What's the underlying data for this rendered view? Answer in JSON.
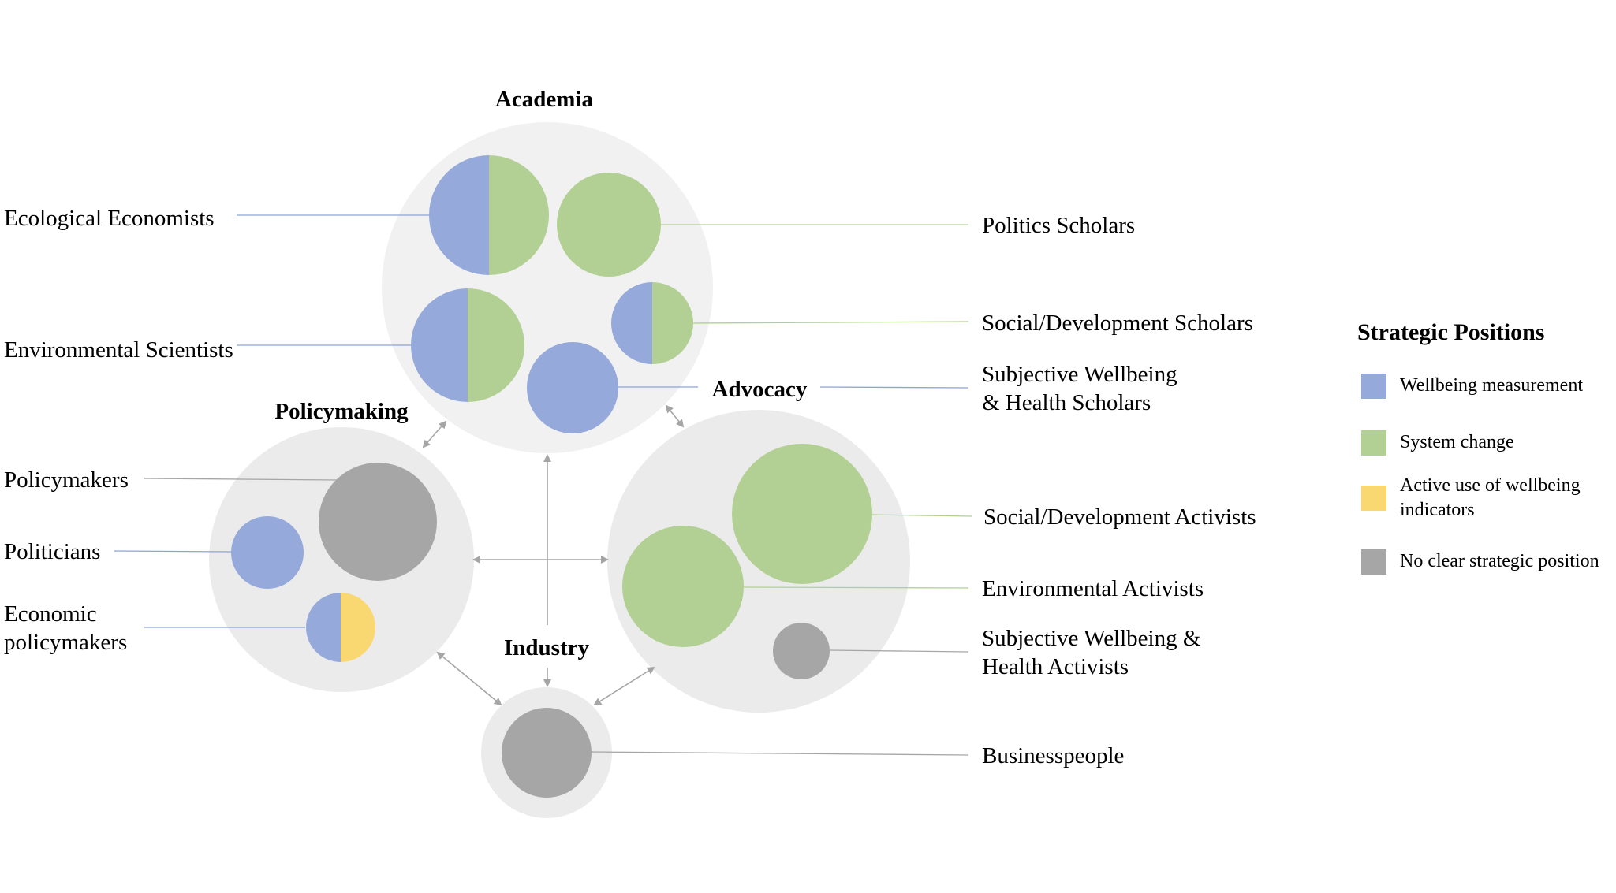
{
  "colors": {
    "wellbeing_measurement": "#95a9da",
    "system_change": "#b2d093",
    "active_use": "#f9d872",
    "no_position": "#a6a6a6",
    "cluster_bg_academia": "#f1f1f1",
    "cluster_bg_other": "#ebebeb",
    "arrow": "#a5a5a5"
  },
  "groups": {
    "academia": "Academia",
    "policymaking": "Policymaking",
    "advocacy": "Advocacy",
    "industry": "Industry"
  },
  "actors": {
    "ecological_economists": "Ecological Economists",
    "environmental_scientists": "Environmental Scientists",
    "politics_scholars": "Politics Scholars",
    "social_dev_scholars": "Social/Development Scholars",
    "swb_health_scholars_line1": "Subjective Wellbeing",
    "swb_health_scholars_line2": "& Health Scholars",
    "policymakers": "Policymakers",
    "politicians": "Politicians",
    "economic_policymakers_line1": "Economic",
    "economic_policymakers_line2": "policymakers",
    "social_dev_activists": "Social/Development Activists",
    "environmental_activists": "Environmental Activists",
    "swb_health_activists_line1": "Subjective Wellbeing &",
    "swb_health_activists_line2": "Health Activists",
    "businesspeople": "Businesspeople"
  },
  "legend": {
    "title": "Strategic Positions",
    "items": [
      {
        "label": "Wellbeing measurement",
        "color": "#95a9da"
      },
      {
        "label": "System change",
        "color": "#b2d093"
      },
      {
        "label_line1": "Active use of wellbeing",
        "label_line2": "indicators",
        "color": "#f9d872"
      },
      {
        "label": "No clear strategic position",
        "color": "#a6a6a6"
      }
    ]
  }
}
